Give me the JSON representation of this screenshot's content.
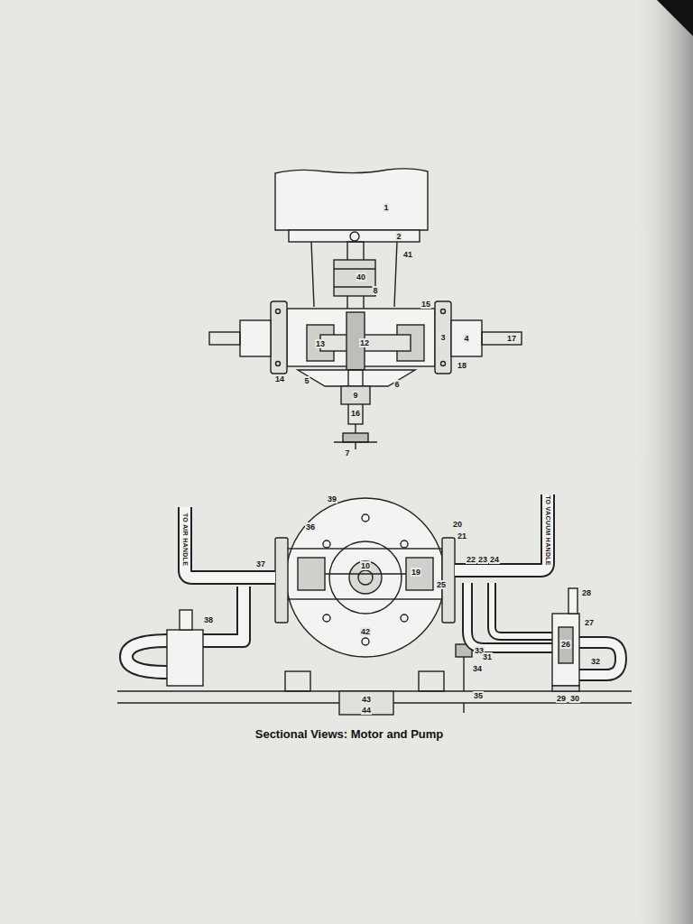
{
  "diagram": {
    "caption": "Sectional Views: Motor and Pump",
    "labels": [
      "1",
      "2",
      "41",
      "40",
      "8",
      "15",
      "13",
      "12",
      "3",
      "4",
      "17",
      "18",
      "14",
      "5",
      "6",
      "9",
      "16",
      "7",
      "39",
      "36",
      "20",
      "21",
      "22",
      "23",
      "24",
      "37",
      "10",
      "19",
      "25",
      "42",
      "38",
      "33",
      "34",
      "35",
      "43",
      "44",
      "28",
      "27",
      "26",
      "31",
      "29",
      "30",
      "32",
      "TO AIR HANDLE",
      "TO VACUUM HANDLE"
    ]
  }
}
